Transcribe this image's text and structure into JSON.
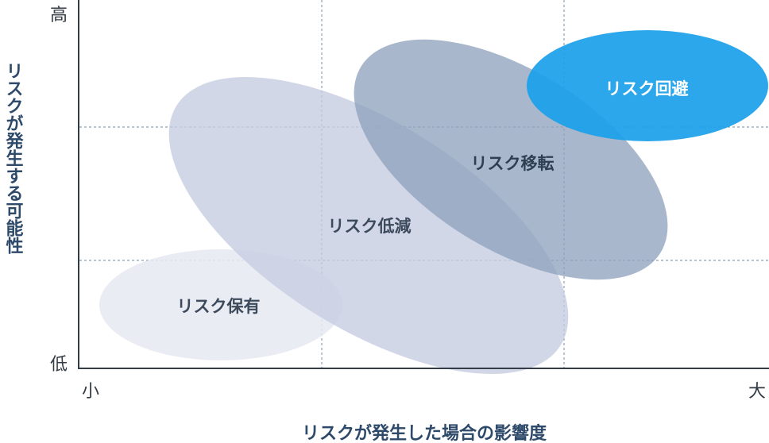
{
  "y_axis": {
    "title": "リスクが発生する可能性",
    "high_label": "高",
    "low_label": "低"
  },
  "x_axis": {
    "title": "リスクが発生した場合の影響度",
    "low_label": "小",
    "high_label": "大"
  },
  "regions": [
    {
      "label": "リスク保有",
      "fill": "#e6e9f1",
      "text_color": "#3c4a5c"
    },
    {
      "label": "リスク低減",
      "fill": "#c5cce2",
      "text_color": "#3c4a5c"
    },
    {
      "label": "リスク移転",
      "fill": "#8fa3bd",
      "text_color": "#2f3f52"
    },
    {
      "label": "リスク回避",
      "fill": "#1ca0ea",
      "text_color": "#ffffff"
    }
  ],
  "colors": {
    "axis": "#333d47",
    "grid": "#8aa0b8"
  }
}
